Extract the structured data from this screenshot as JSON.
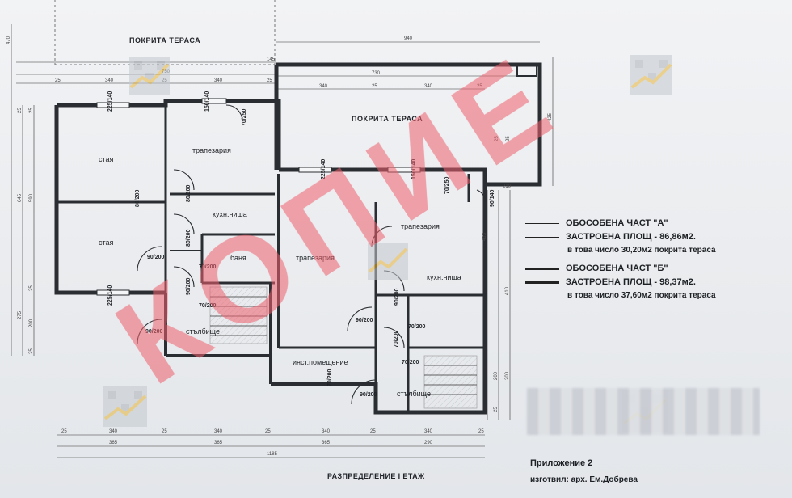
{
  "watermark": "КОПИЕ",
  "plan": {
    "terrace_top_left": "ПОКРИТА ТЕРАСА",
    "terrace_center": "ПОКРИТА ТЕРАСА",
    "rooms": {
      "staya_1": "стая",
      "staya_2": "стая",
      "trapezaria_left": "трапезария",
      "kuhnisha_left": "кухн.ниша",
      "banya": "баня",
      "stalbishte_left": "стълбище",
      "trapezaria_mid": "трапезария",
      "trapezaria_right": "трапезария",
      "kuhnisha_right": "кухн.ниша",
      "inst": "инст.помещение",
      "stalbishte_right": "стълбище"
    },
    "doors": [
      "90/200",
      "90/200",
      "90/200",
      "80/200",
      "70/200",
      "90/200",
      "70/200",
      "80/200",
      "90/200",
      "70/200",
      "80/200",
      "70/200",
      "90/200",
      "70/200",
      "225/140",
      "225/140",
      "150/140",
      "225/140",
      "150/140",
      "70/250",
      "70/250",
      "90/140",
      "70/200"
    ],
    "dims_top": [
      "940",
      "145",
      "750",
      "25",
      "340",
      "25",
      "340",
      "25",
      "730",
      "340",
      "340",
      "25",
      "25"
    ],
    "dims_bottom_1": [
      "25",
      "340",
      "25",
      "340",
      "25",
      "340",
      "25",
      "340",
      "25"
    ],
    "dims_bottom_2": [
      "365",
      "365",
      "365",
      "290"
    ],
    "dims_total": "1185",
    "dims_left": [
      "470",
      "25",
      "645",
      "590",
      "25",
      "25",
      "275",
      "200",
      "25"
    ],
    "dims_right": [
      "425",
      "25",
      "25",
      "210",
      "413",
      "410",
      "200",
      "200",
      "25"
    ],
    "caption": "РАЗПРЕДЕЛЕНИЕ I ЕТАЖ"
  },
  "legend": {
    "part_a_title": "ОБОСОБЕНА ЧАСТ \"А\"",
    "part_a_area": "ЗАСТРОЕНА ПЛОЩ - 86,86м2.",
    "part_a_note": "в това число 30,20м2 покрита тераса",
    "part_b_title": "ОБОСОБЕНА ЧАСТ \"Б\"",
    "part_b_area": "ЗАСТРОЕНА ПЛОЩ - 98,37м2.",
    "part_b_note": "в това число 37,60м2 покрита тераса"
  },
  "footer": {
    "appendix": "Приложение 2",
    "author": "изготвил: арх. Ем.Добрева"
  },
  "colors": {
    "wall": "#2a2d31",
    "watermark": "#ef5f6c",
    "logo_gold": "#e7b43a",
    "logo_gray": "#9aa0a8"
  }
}
